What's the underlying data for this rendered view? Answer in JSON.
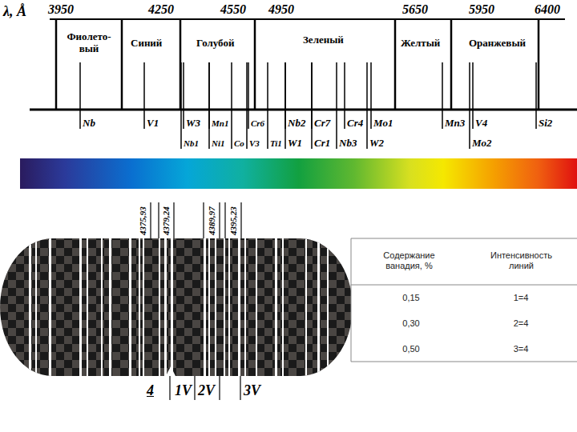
{
  "diagram": {
    "labels": [
      "λ, Å",
      "3950",
      "4250",
      "4550",
      "4950",
      "5650",
      "5950",
      "6400",
      "Фиолето- вый",
      "Синий",
      "Голубой",
      "Зеленый",
      "Желтый",
      "Оранжевый",
      "Nb",
      "V1",
      "W3",
      "Mn1",
      "Cr6",
      "Nb2",
      "Cr7",
      "Cr4",
      "Mo1",
      "Mn3",
      "V4",
      "Si2",
      "Nb1",
      "Ni1",
      "Co",
      "V3",
      "Ti1",
      "W1",
      "Cr1",
      "Nb3",
      "W2",
      "Mo2",
      "4375,93",
      "4379,24",
      "4389,97",
      "4395,23",
      "Содержание ванадия, %",
      "Интенсивность линий",
      "0,15",
      "1=4",
      "0,30",
      "2=4",
      "0,50",
      "3=4",
      "4",
      "1V",
      "2V",
      "3V"
    ]
  }
}
